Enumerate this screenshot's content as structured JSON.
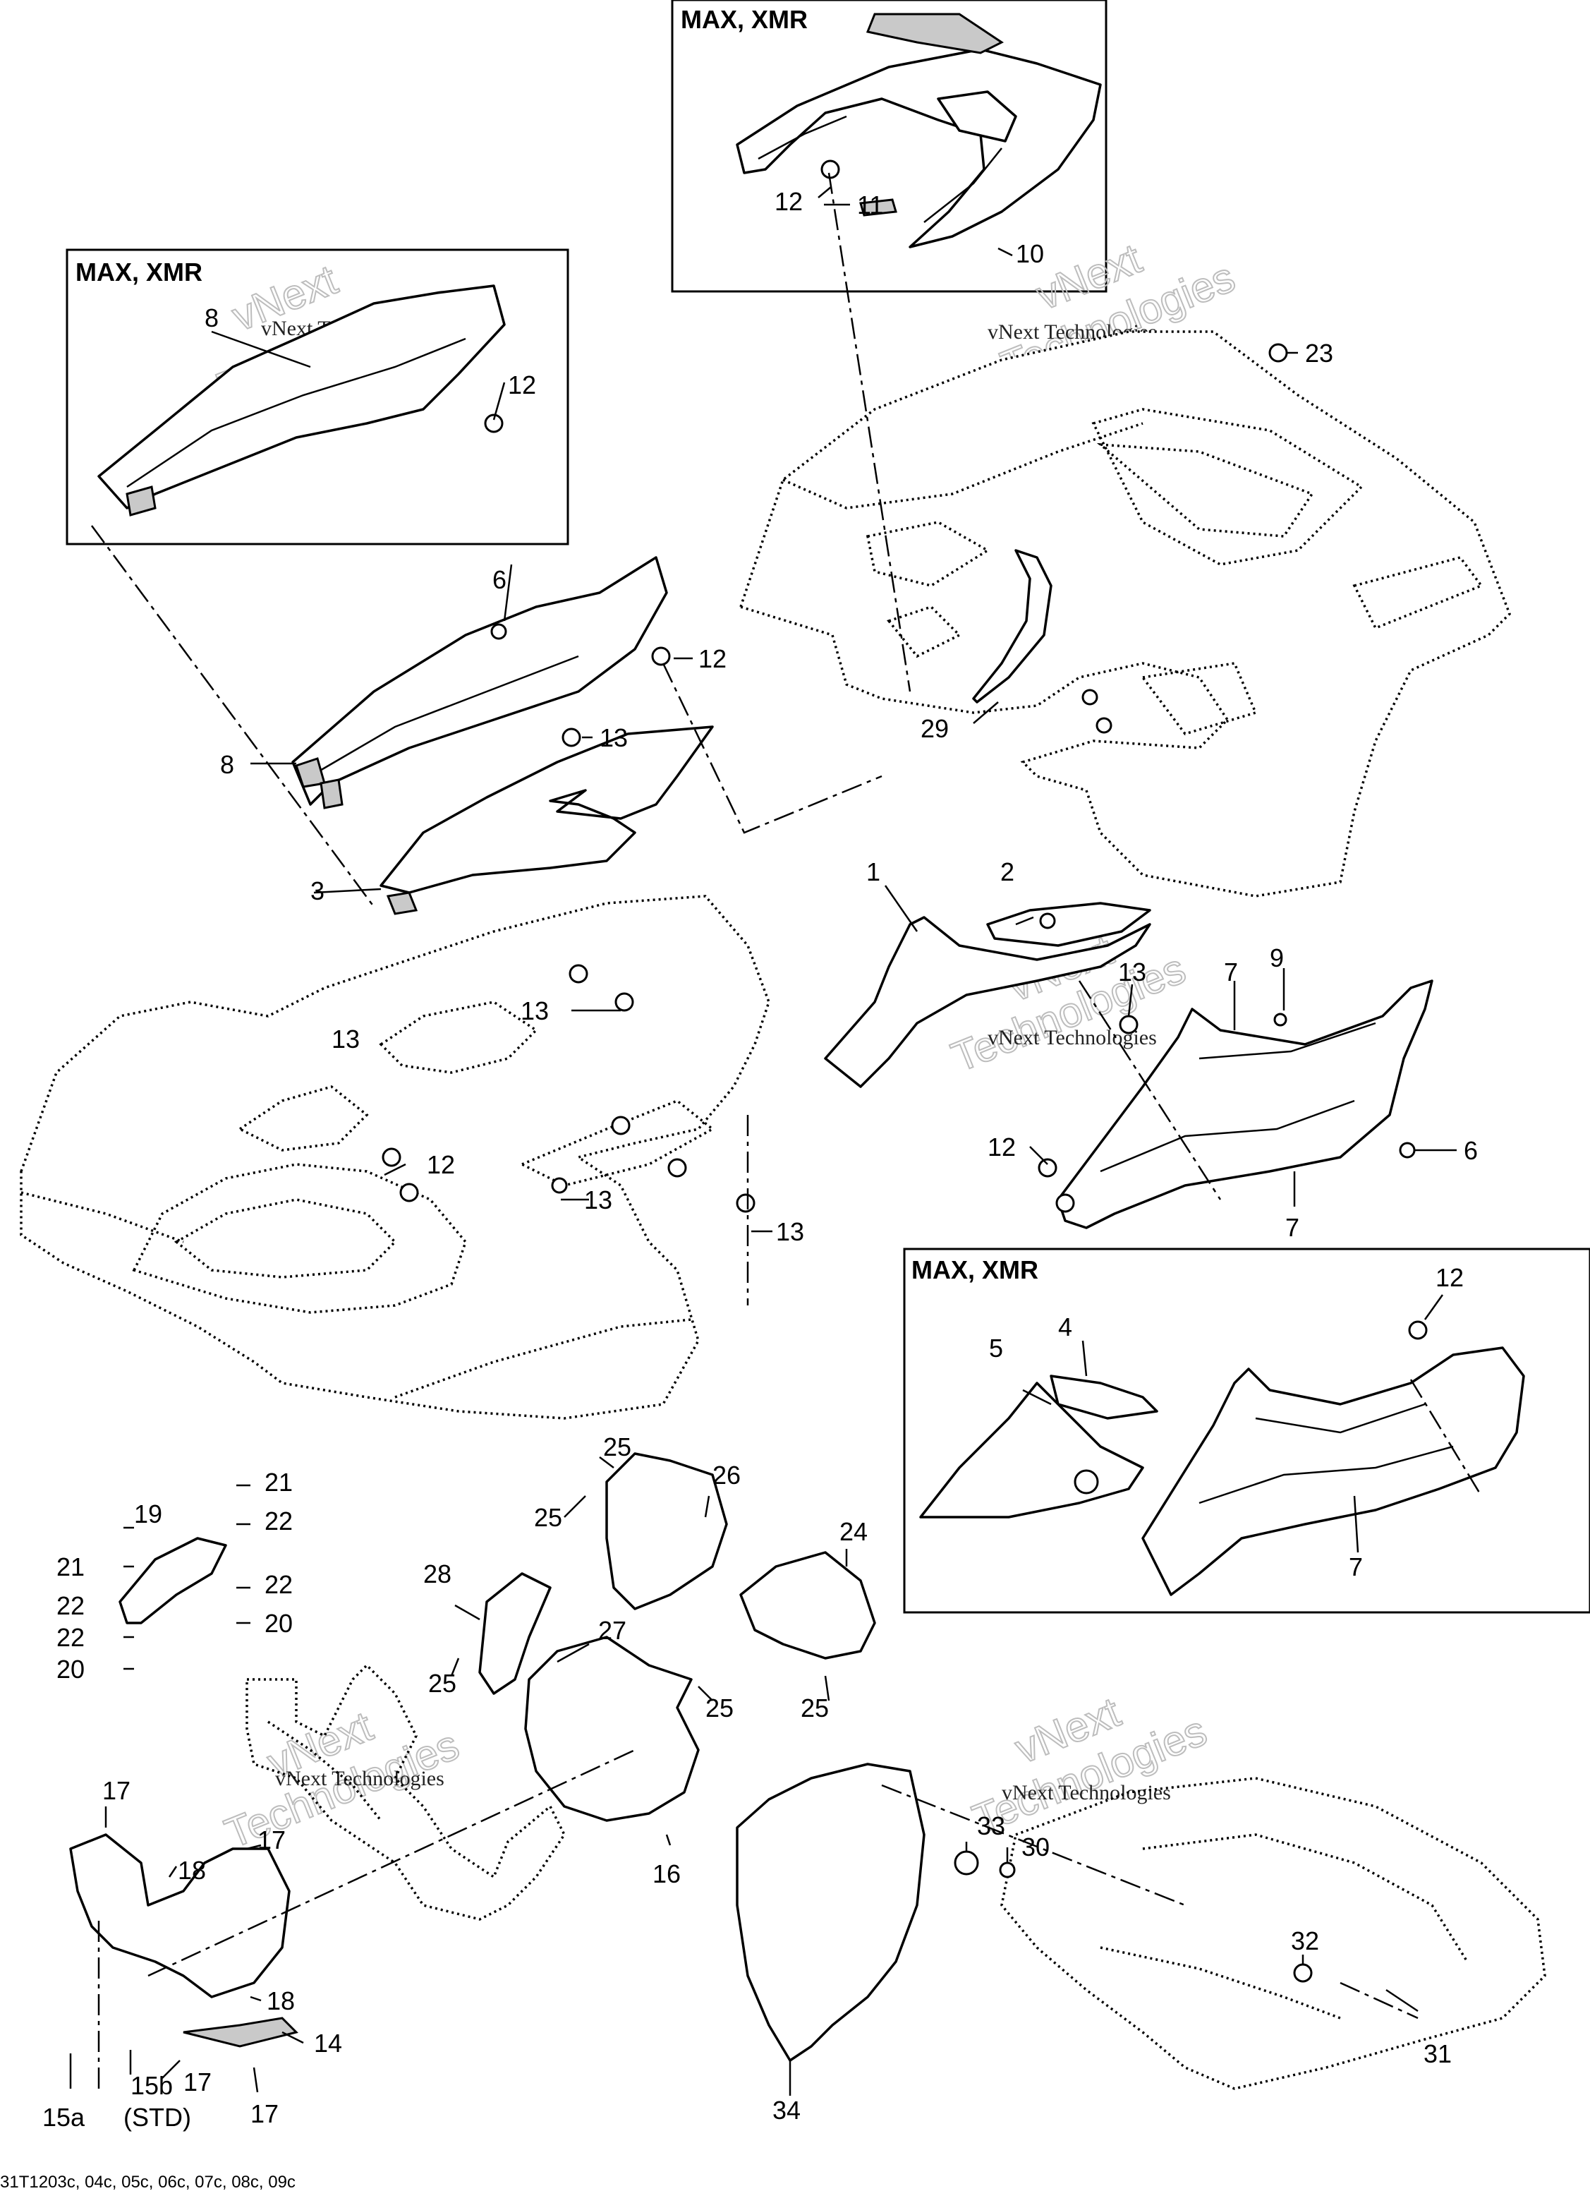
{
  "boxes": {
    "top": {
      "label": "MAX, XMR"
    },
    "left": {
      "label": "MAX, XMR"
    },
    "right": {
      "label": "MAX, XMR"
    }
  },
  "watermark": {
    "line1": "vNext Technologies",
    "line2": "vNext",
    "line3": "Technologies"
  },
  "callouts": {
    "c1": "1",
    "c2": "2",
    "c3": "3",
    "c4": "4",
    "c5": "5",
    "c6a": "6",
    "c6b": "6",
    "c7a": "7",
    "c7b": "7",
    "c7c": "7",
    "c8a": "8",
    "c8b": "8",
    "c9": "9",
    "c10": "10",
    "c11": "11",
    "c12a": "12",
    "c12b": "12",
    "c12c": "12",
    "c12d": "12",
    "c12e": "12",
    "c12f": "12",
    "c13a": "13",
    "c13b": "13",
    "c13c": "13",
    "c13d": "13",
    "c13e": "13",
    "c13f": "13",
    "c14": "14",
    "c15a": "15a",
    "c15b": "15b",
    "c15std": "(STD)",
    "c16": "16",
    "c17a": "17",
    "c17b": "17",
    "c17c": "17",
    "c17d": "17",
    "c18a": "18",
    "c18b": "18",
    "c19": "19",
    "c20a": "20",
    "c20b": "20",
    "c21a": "21",
    "c21b": "21",
    "c22a": "22",
    "c22b": "22",
    "c22c": "22",
    "c22d": "22",
    "c23": "23",
    "c24": "24",
    "c25a": "25",
    "c25b": "25",
    "c25c": "25",
    "c25d": "25",
    "c25e": "25",
    "c26": "26",
    "c27": "27",
    "c28": "28",
    "c29": "29",
    "c30": "30",
    "c31": "31",
    "c32": "32",
    "c33": "33",
    "c34": "34"
  },
  "drawing_code": "31T1203c, 04c, 05c, 06c, 07c, 08c, 09c"
}
